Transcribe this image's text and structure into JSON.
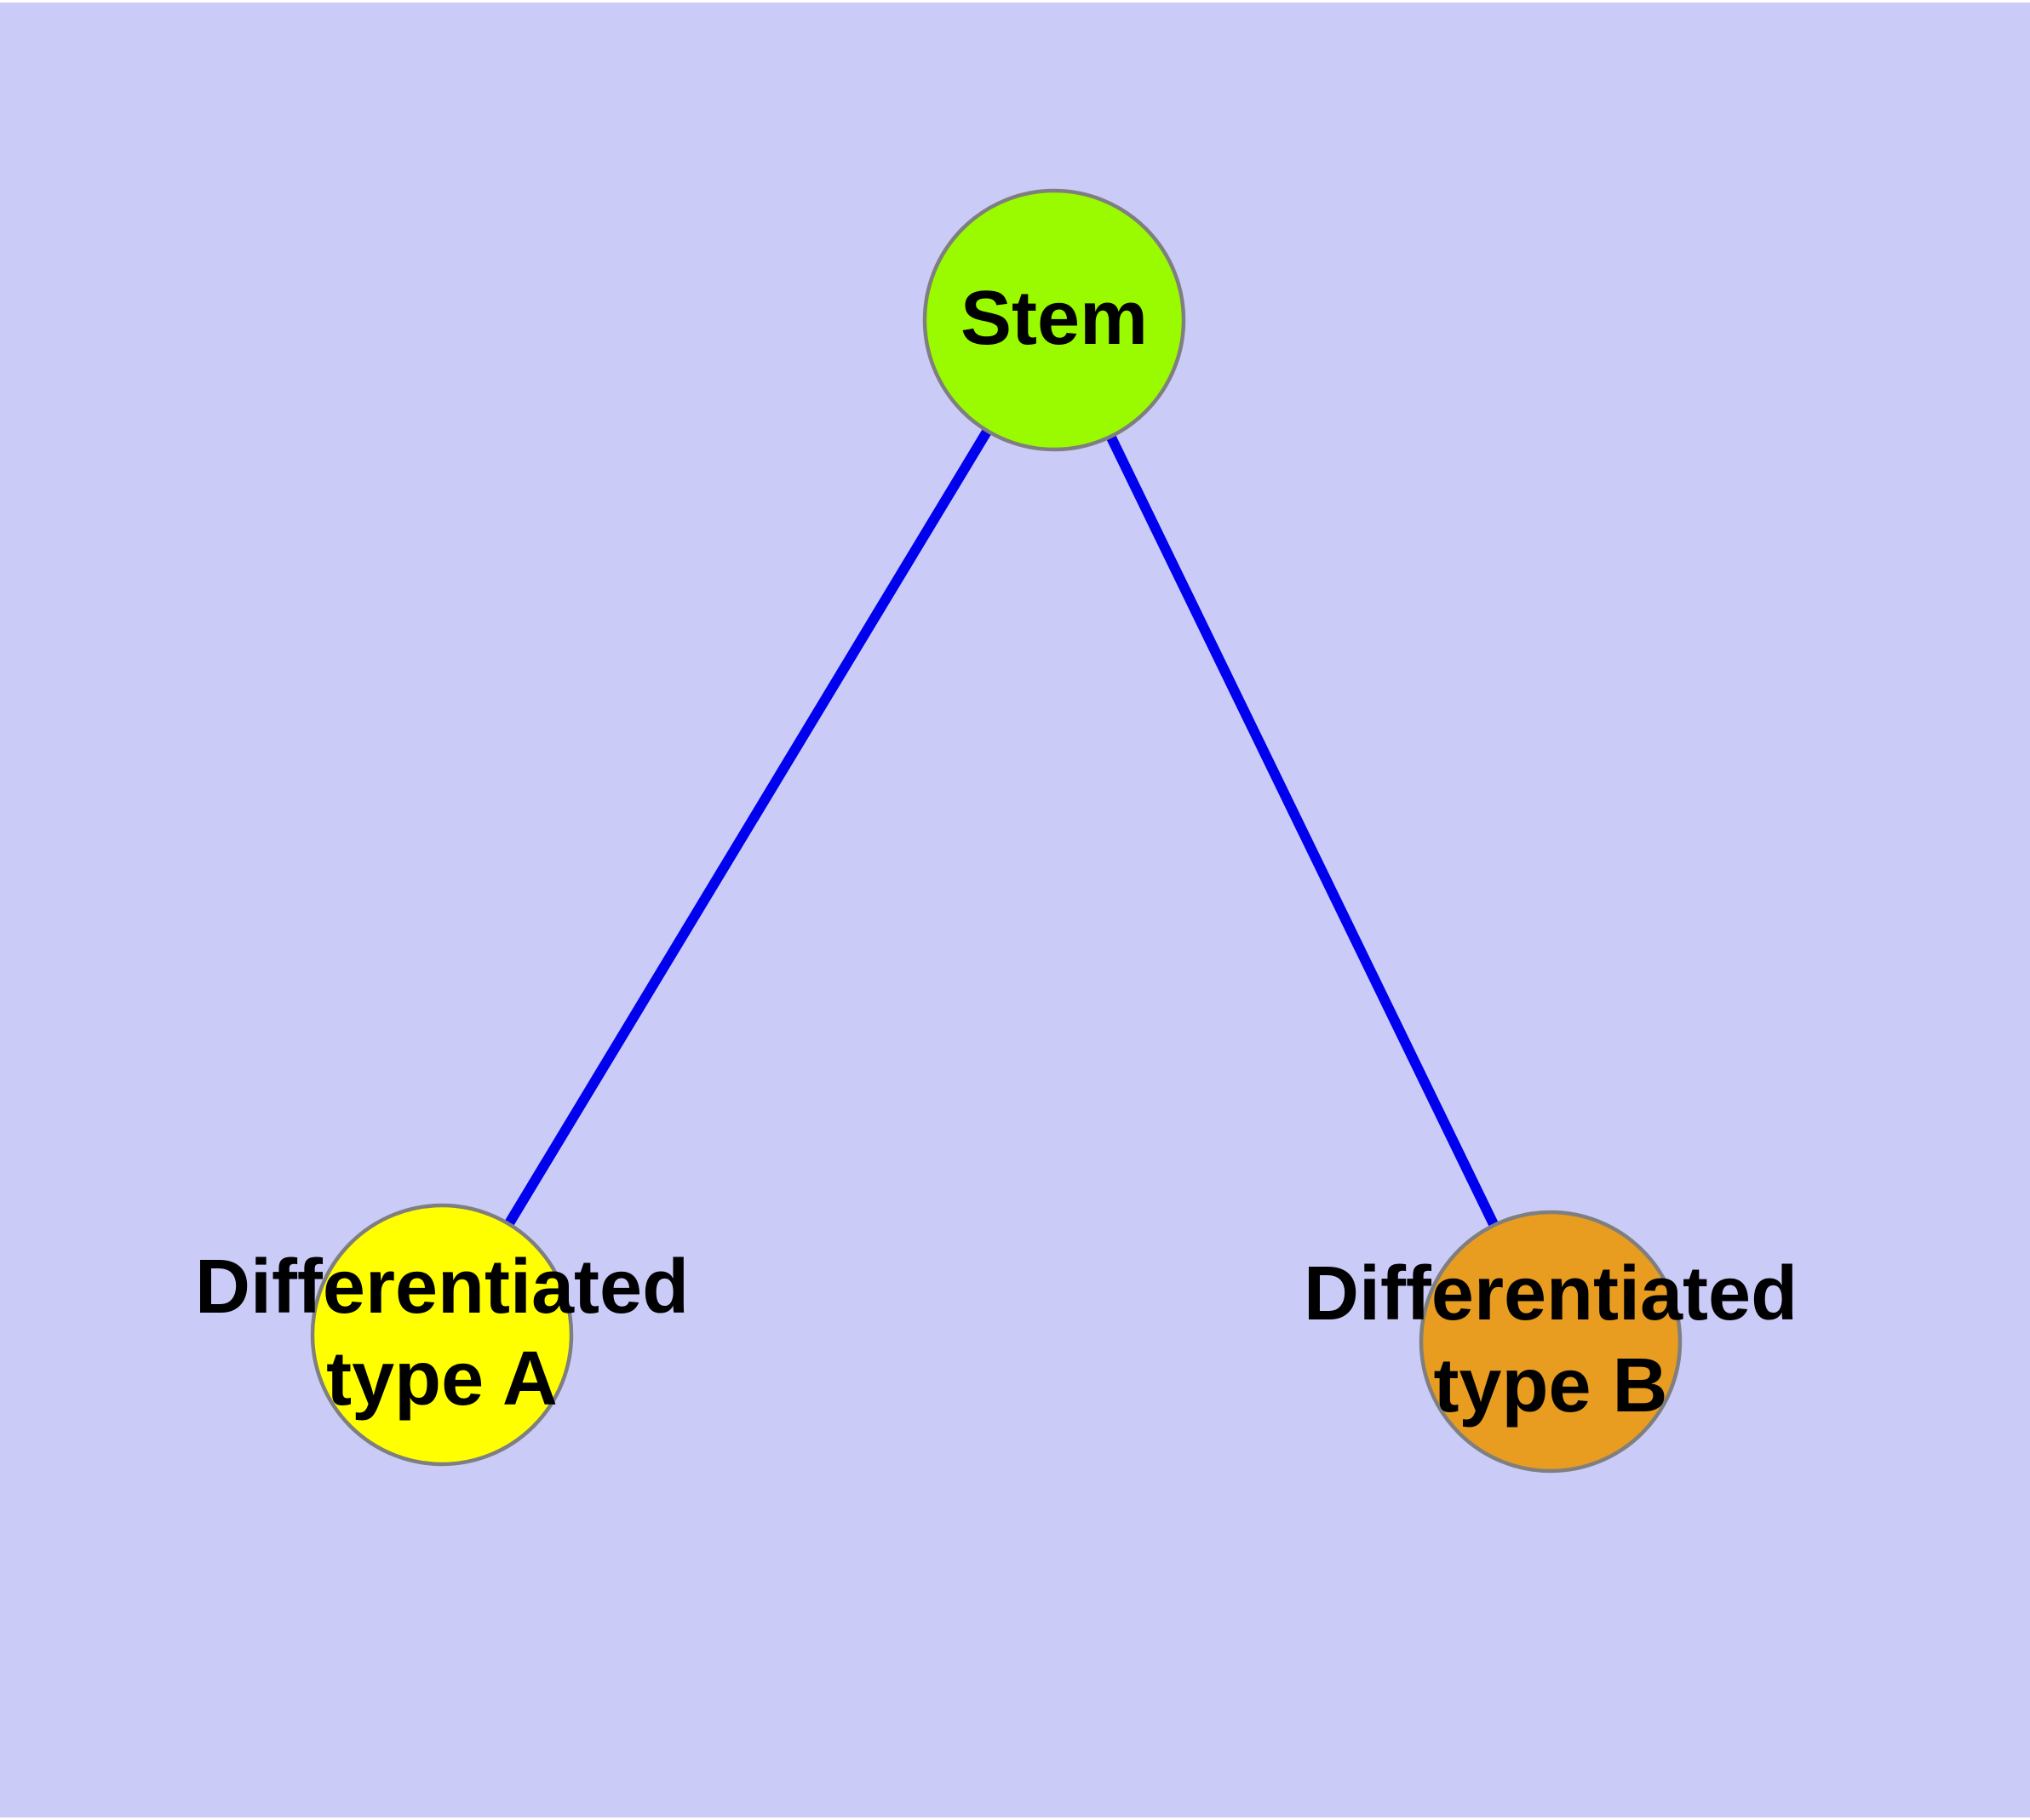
{
  "diagram": {
    "type": "graph",
    "title": "",
    "nodes": [
      {
        "id": "stem",
        "label": "Stem",
        "fill": "#9AFB00",
        "shape": "circle"
      },
      {
        "id": "differentiated-type-a",
        "label": "Differentiated type A",
        "label_line1": "Differentiated",
        "label_line2": "type A",
        "fill": "#FFFF00",
        "shape": "circle"
      },
      {
        "id": "differentiated-type-b",
        "label": "Differentiated type B",
        "label_line1": "Differentiated",
        "label_line2": "type B",
        "fill": "#E89C20",
        "shape": "circle"
      }
    ],
    "edges": [
      {
        "from": "Stem",
        "to": "Differentiated type A"
      },
      {
        "from": "Stem",
        "to": "Differentiated type B"
      }
    ],
    "colors": {
      "background": "#CBCBF8",
      "edge": "#0000EE",
      "node_border": "#7F7F7F",
      "label_text": "#000000"
    }
  }
}
